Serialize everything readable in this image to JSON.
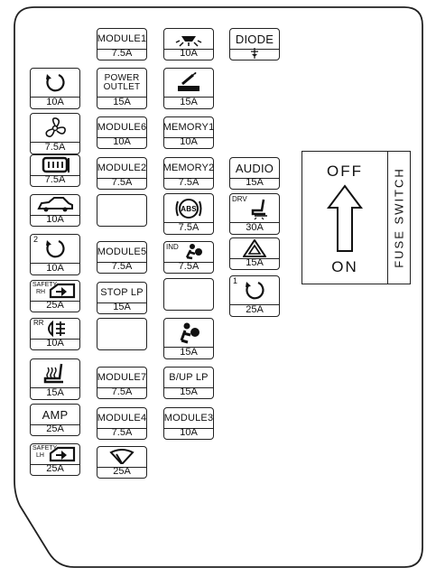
{
  "fuses": [
    {
      "id": "module1",
      "label": "MODULE1",
      "amp": "7.5A"
    },
    {
      "id": "dome",
      "label": "",
      "icon": "dome-light-icon",
      "amp": "10A"
    },
    {
      "id": "diode",
      "label": "DIODE",
      "icon": "diode-icon",
      "amp": ""
    },
    {
      "id": "rear-fog",
      "label": "",
      "icon": "rear-fog-light-icon",
      "amp": "10A"
    },
    {
      "id": "power-outlet",
      "label": "POWER OUTLET",
      "label1": "POWER",
      "label2": "OUTLET",
      "amp": "15A"
    },
    {
      "id": "cigar",
      "label": "",
      "icon": "cigar-lighter-icon",
      "amp": "15A"
    },
    {
      "id": "blower",
      "label": "",
      "icon": "fan-icon",
      "amp": "7.5A"
    },
    {
      "id": "module6",
      "label": "MODULE6",
      "amp": "10A"
    },
    {
      "id": "memory1",
      "label": "MEMORY1",
      "amp": "10A"
    },
    {
      "id": "defrost",
      "label": "",
      "icon": "rear-defrost-icon",
      "amp": "7.5A"
    },
    {
      "id": "module2",
      "label": "MODULE2",
      "amp": "7.5A"
    },
    {
      "id": "memory2",
      "label": "MEMORY2",
      "amp": "7.5A"
    },
    {
      "id": "audio",
      "label": "AUDIO",
      "amp": "15A"
    },
    {
      "id": "trunk",
      "label": "",
      "icon": "car-trunk-icon",
      "amp": "10A"
    },
    {
      "id": "blank1",
      "label": "",
      "amp": ""
    },
    {
      "id": "abs",
      "label": "",
      "icon": "abs-icon",
      "amp": "7.5A"
    },
    {
      "id": "drv-seat",
      "label": "",
      "tag": "DRV",
      "icon": "power-seat-icon",
      "amp": "30A"
    },
    {
      "id": "fog2",
      "label": "",
      "tag": "2",
      "icon": "rear-fog-light-icon",
      "amp": "10A"
    },
    {
      "id": "module5",
      "label": "MODULE5",
      "amp": "7.5A"
    },
    {
      "id": "ind-airbag",
      "label": "",
      "tag": "IND",
      "icon": "airbag-icon",
      "amp": "7.5A"
    },
    {
      "id": "hazard",
      "label": "",
      "icon": "hazard-icon",
      "amp": "15A"
    },
    {
      "id": "safety-rh",
      "label": "",
      "tag": "SAFETY RH",
      "tag1": "SAFETY",
      "tag2": "RH",
      "icon": "power-window-icon",
      "amp": "25A"
    },
    {
      "id": "stop-lp",
      "label": "STOP LP",
      "amp": "15A"
    },
    {
      "id": "blank2",
      "label": "",
      "amp": ""
    },
    {
      "id": "fog1",
      "label": "",
      "tag": "1",
      "icon": "rear-fog-light-icon",
      "amp": "25A"
    },
    {
      "id": "rr-fog",
      "label": "",
      "tag": "RR",
      "icon": "fog-lamp-icon",
      "amp": "10A"
    },
    {
      "id": "blank3",
      "label": "",
      "amp": ""
    },
    {
      "id": "airbag",
      "label": "",
      "icon": "airbag-icon",
      "amp": "15A"
    },
    {
      "id": "heated-seat",
      "label": "",
      "icon": "heated-seat-icon",
      "amp": "15A"
    },
    {
      "id": "module7",
      "label": "MODULE7",
      "amp": "7.5A"
    },
    {
      "id": "bup-lp",
      "label": "B/UP LP",
      "amp": "15A"
    },
    {
      "id": "amp",
      "label": "AMP",
      "amp": "25A"
    },
    {
      "id": "module4",
      "label": "MODULE4",
      "amp": "7.5A"
    },
    {
      "id": "module3",
      "label": "MODULE3",
      "amp": "10A"
    },
    {
      "id": "safety-lh",
      "label": "",
      "tag": "SAFETY LH",
      "tag1": "SAFETY",
      "tag2": "LH",
      "icon": "power-window-icon",
      "amp": "25A"
    },
    {
      "id": "wiper",
      "label": "",
      "icon": "wiper-icon",
      "amp": "25A"
    }
  ],
  "switch": {
    "off": "OFF",
    "on": "ON",
    "label": "FUSE SWITCH",
    "icon": "up-arrow-icon"
  }
}
